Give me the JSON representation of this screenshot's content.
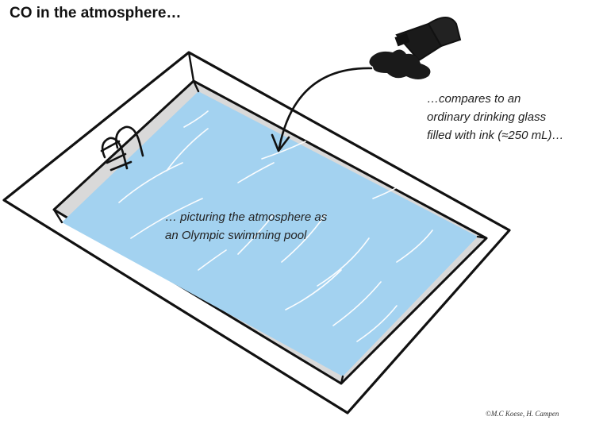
{
  "title": "CO in the atmosphere…",
  "ink_caption": {
    "lines": [
      "…compares to an",
      "ordinary drinking glass",
      "filled with ink (≈250 mL)…"
    ]
  },
  "pool_caption": {
    "lines": [
      "… picturing the atmosphere as",
      "an Olympic swimming pool"
    ]
  },
  "credit": "©M.C Koese, H. Campen",
  "colors": {
    "water": "#a3d2f0",
    "pool_wall": "#d9d9d9",
    "outline": "#111111",
    "ink": "#1a1a1a"
  },
  "icons": {
    "ink_bottle": "ink-bottle-icon",
    "pool_ladder": "pool-ladder-icon",
    "arrow": "curved-arrow-icon"
  }
}
